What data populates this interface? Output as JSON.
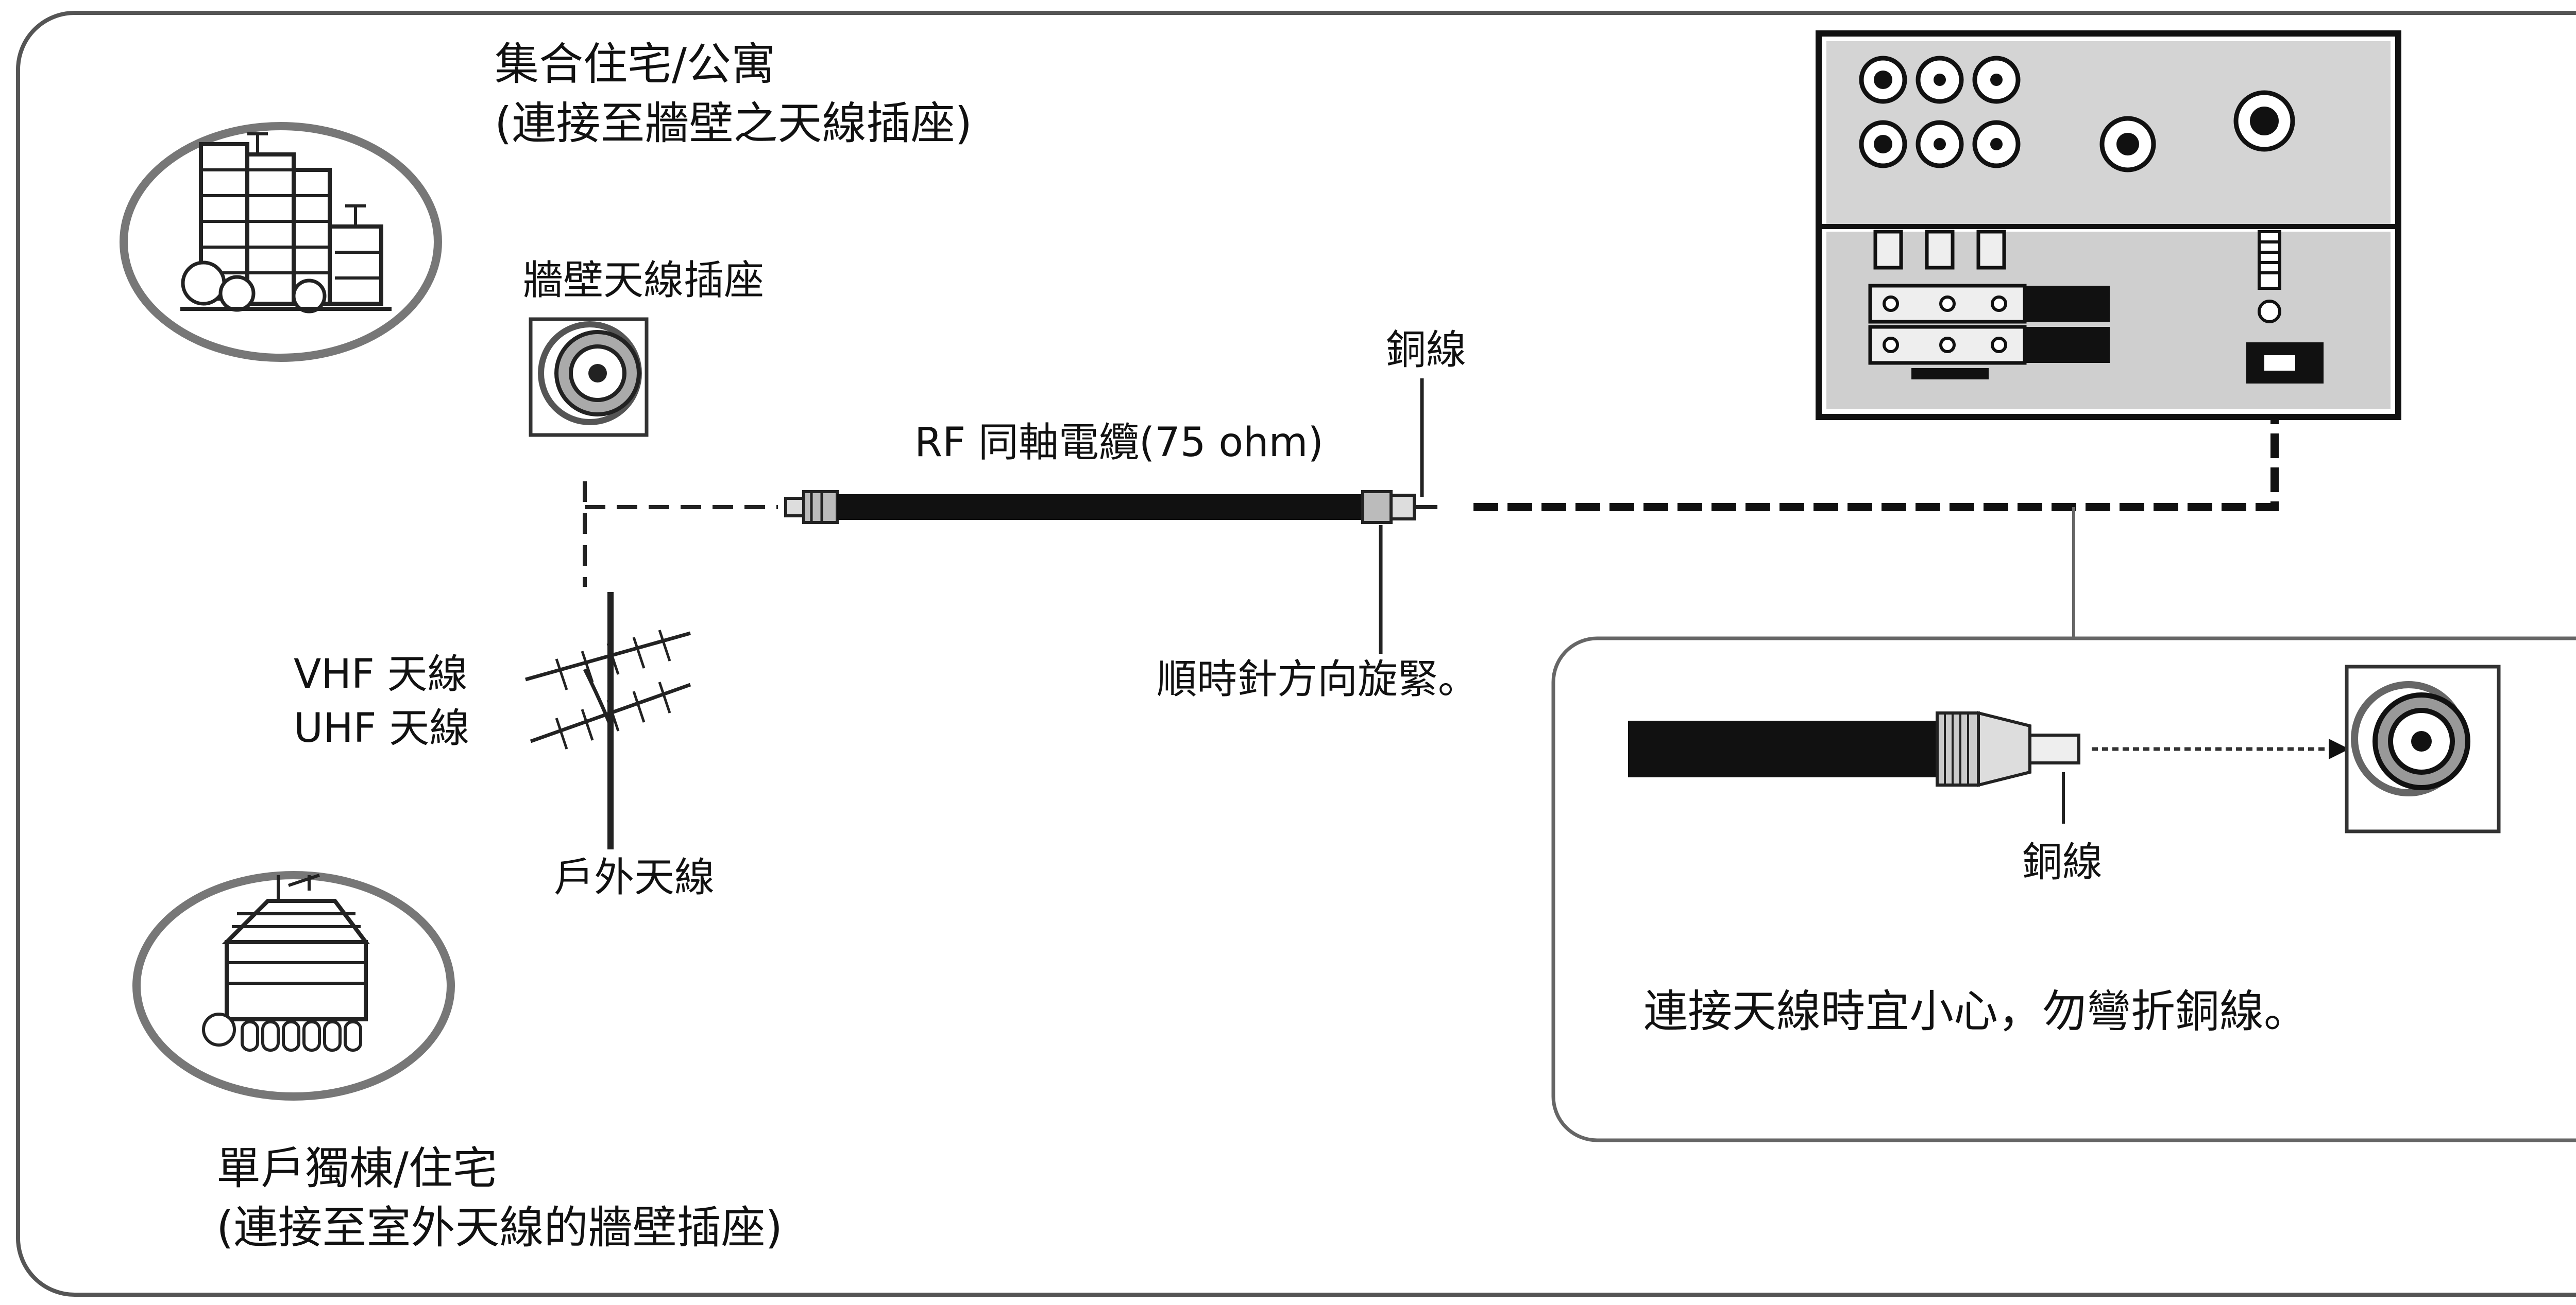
{
  "apartment": {
    "title": "集合住宅/公寓",
    "subtitle": "(連接至牆壁之天線插座)"
  },
  "wall_outlet_label": "牆壁天線插座",
  "cable_label": "RF 同軸電纜(75 ohm)",
  "copper_wire_label_top": "銅線",
  "tighten_label": "順時針方向旋緊。",
  "antenna": {
    "vhf": "VHF 天線",
    "uhf": "UHF 天線",
    "outdoor": "戶外天線"
  },
  "house": {
    "title": "單戶獨棟/住宅",
    "subtitle": "(連接至室外天線的牆壁插座)"
  },
  "inset": {
    "copper_wire_label": "銅線",
    "caution": "連接天線時宜小心，勿彎折銅線。"
  },
  "colors": {
    "line": "#1a1a1a",
    "panel_gray": "#c8c8c8",
    "frame": "#555555"
  }
}
